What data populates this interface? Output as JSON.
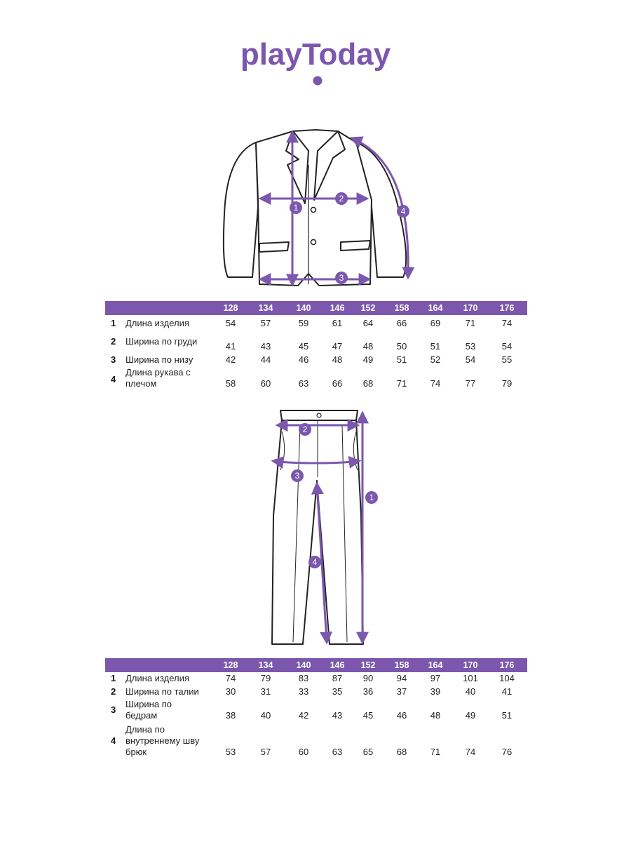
{
  "brand": {
    "logo_text": "playToday",
    "accent_color": "#7b57ad"
  },
  "jacket": {
    "markers": [
      "1",
      "2",
      "3",
      "4"
    ]
  },
  "jacket_table": {
    "sizes": [
      "128",
      "134",
      "140",
      "146",
      "152",
      "158",
      "164",
      "170",
      "176"
    ],
    "rows": [
      {
        "num": "1",
        "label": "Длина изделия",
        "values": [
          "54",
          "57",
          "59",
          "61",
          "64",
          "66",
          "69",
          "71",
          "74"
        ]
      },
      {
        "num": "2",
        "label": "Ширина по груди",
        "values": [
          "41",
          "43",
          "45",
          "47",
          "48",
          "50",
          "51",
          "53",
          "54"
        ]
      },
      {
        "num": "3",
        "label": "Ширина по низу",
        "values": [
          "42",
          "44",
          "46",
          "48",
          "49",
          "51",
          "52",
          "54",
          "55"
        ]
      },
      {
        "num": "4",
        "label": "Длина рукава с плечом",
        "values": [
          "58",
          "60",
          "63",
          "66",
          "68",
          "71",
          "74",
          "77",
          "79"
        ]
      }
    ]
  },
  "trousers": {
    "markers": [
      "1",
      "2",
      "3",
      "4"
    ]
  },
  "trousers_table": {
    "sizes": [
      "128",
      "134",
      "140",
      "146",
      "152",
      "158",
      "164",
      "170",
      "176"
    ],
    "rows": [
      {
        "num": "1",
        "label": "Длина изделия",
        "values": [
          "74",
          "79",
          "83",
          "87",
          "90",
          "94",
          "97",
          "101",
          "104"
        ]
      },
      {
        "num": "2",
        "label": "Ширина по талии",
        "values": [
          "30",
          "31",
          "33",
          "35",
          "36",
          "37",
          "39",
          "40",
          "41"
        ]
      },
      {
        "num": "3",
        "label": "Ширина по бедрам",
        "values": [
          "38",
          "40",
          "42",
          "43",
          "45",
          "46",
          "48",
          "49",
          "51"
        ]
      },
      {
        "num": "4",
        "label": "Длина по внутреннему шву брюк",
        "values": [
          "53",
          "57",
          "60",
          "63",
          "65",
          "68",
          "71",
          "74",
          "76"
        ]
      }
    ]
  }
}
